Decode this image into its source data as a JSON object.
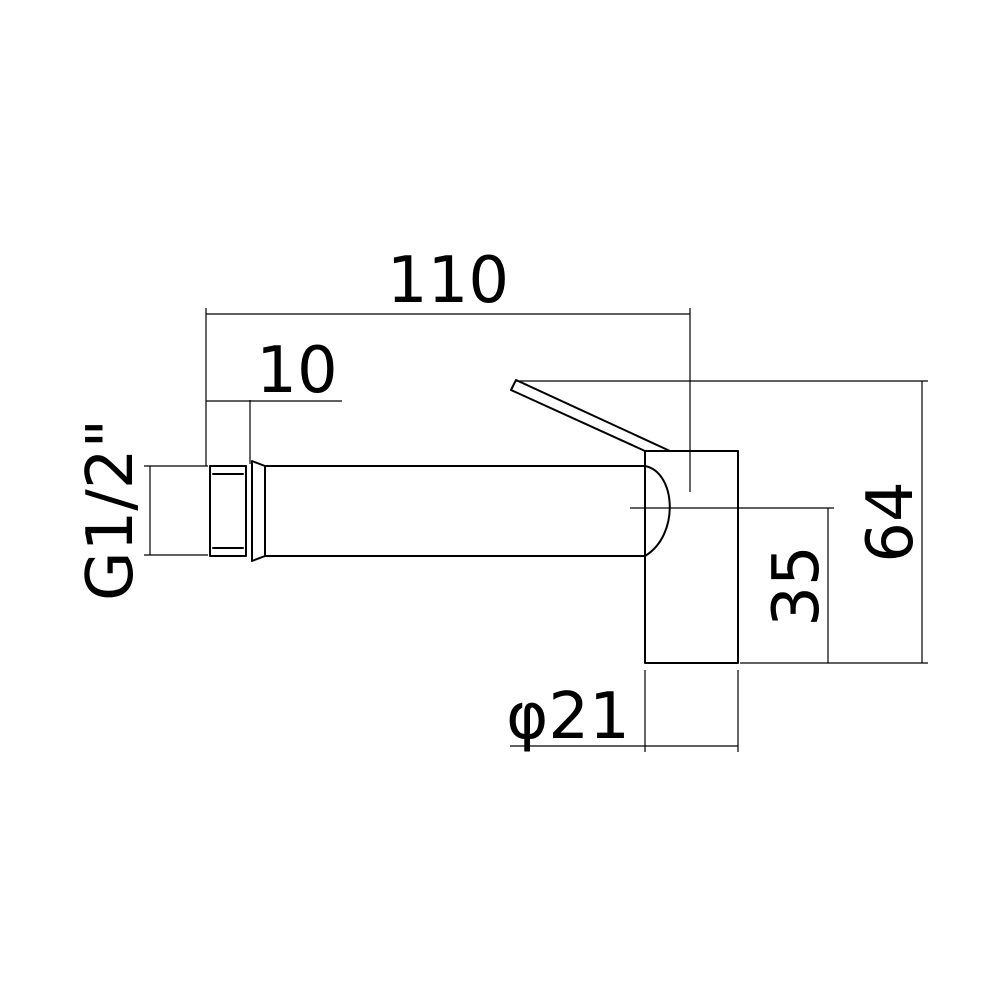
{
  "drawing": {
    "line_color": "#000000",
    "background": "#ffffff",
    "dimensions": {
      "overall_length": "110",
      "thread_length": "10",
      "thread_size": "G1/2\"",
      "height_total": "64",
      "height_spout": "35",
      "body_diameter": "φ21"
    }
  }
}
